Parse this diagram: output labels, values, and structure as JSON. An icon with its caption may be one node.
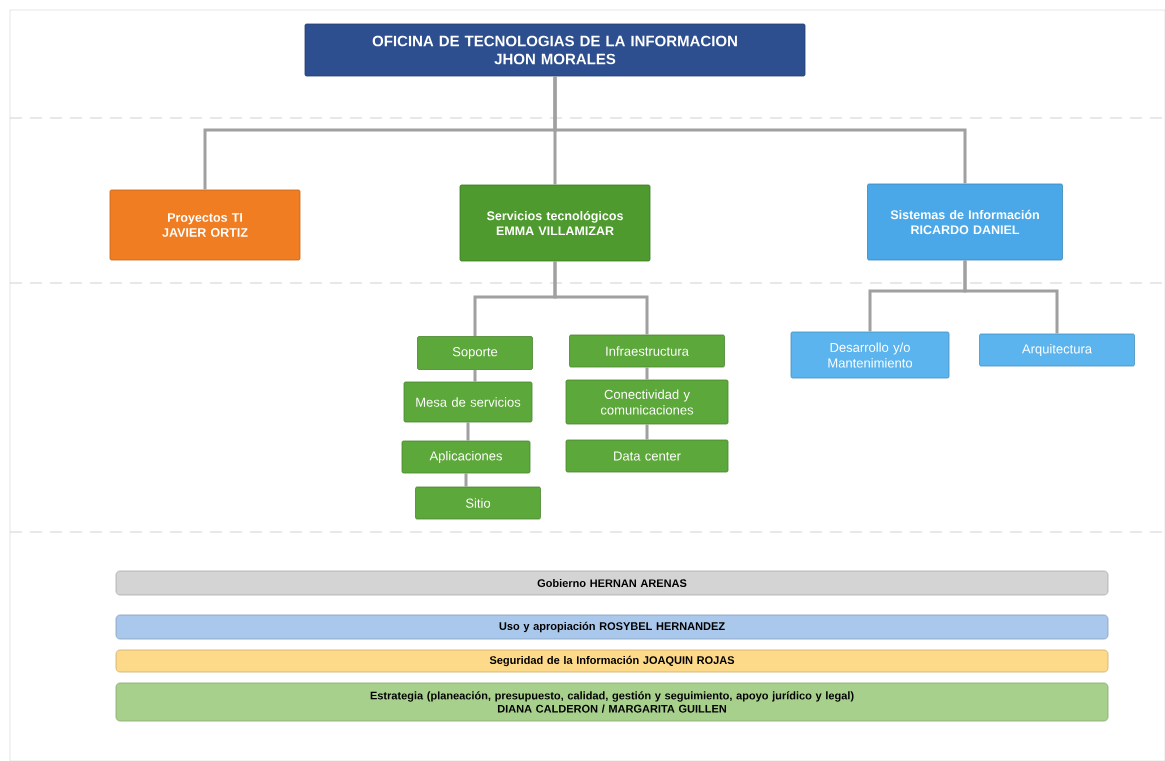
{
  "diagram": {
    "nodes": [
      {
        "text": [
          "OFICINA DE TECNOLOGIAS DE LA INFORMACION",
          "JHON MORALES"
        ]
      },
      {
        "text": [
          "Proyectos TI",
          "JAVIER ORTIZ"
        ]
      },
      {
        "text": [
          "Servicios tecnológicos",
          "EMMA VILLAMIZAR"
        ]
      },
      {
        "text": [
          "Sistemas de Información",
          "RICARDO DANIEL"
        ]
      },
      {
        "text": [
          "Soporte"
        ]
      },
      {
        "text": [
          "Mesa de servicios"
        ]
      },
      {
        "text": [
          "Aplicaciones"
        ]
      },
      {
        "text": [
          "Sitio"
        ]
      },
      {
        "text": [
          "Infraestructura"
        ]
      },
      {
        "text": [
          "Conectividad y comunicaciones"
        ]
      },
      {
        "text": [
          "Data center"
        ]
      },
      {
        "text": [
          "Desarrollo y/o Mantenimiento"
        ]
      },
      {
        "text": [
          "Arquitectura"
        ]
      },
      {
        "text": [
          "Gobierno HERNAN ARENAS"
        ]
      },
      {
        "text": [
          "Uso y apropiación ROSYBEL HERNANDEZ"
        ]
      },
      {
        "text": [
          "Seguridad de la Información JOAQUIN ROJAS"
        ]
      },
      {
        "text": [
          "Estrategia (planeación, presupuesto, calidad, gestión y seguimiento, apoyo jurídico y legal)",
          "DIANA CALDERON / MARGARITA GUILLEN"
        ]
      }
    ],
    "edges": [
      {
        "from": 0,
        "to": 1,
        "arrow": "none"
      },
      {
        "from": 0,
        "to": 2,
        "arrow": "none"
      },
      {
        "from": 0,
        "to": 3,
        "arrow": "none"
      },
      {
        "from": 2,
        "to": 4,
        "arrow": "none"
      },
      {
        "from": 2,
        "to": 8,
        "arrow": "none"
      },
      {
        "from": 4,
        "to": 5,
        "arrow": "none"
      },
      {
        "from": 5,
        "to": 6,
        "arrow": "none"
      },
      {
        "from": 6,
        "to": 7,
        "arrow": "none"
      },
      {
        "from": 8,
        "to": 9,
        "arrow": "none"
      },
      {
        "from": 9,
        "to": 10,
        "arrow": "none"
      },
      {
        "from": 3,
        "to": 11,
        "arrow": "none"
      },
      {
        "from": 3,
        "to": 12,
        "arrow": "none"
      }
    ]
  }
}
